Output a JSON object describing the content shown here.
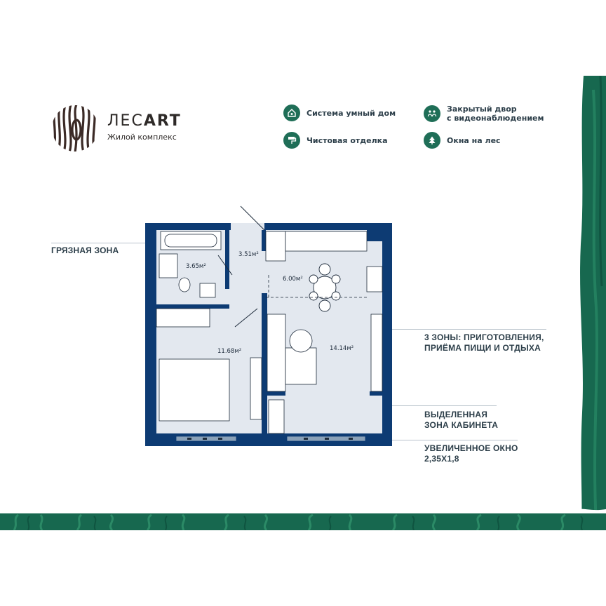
{
  "brand": {
    "title_part1": "ЛЕС",
    "title_part2": "ART",
    "subtitle": "Жилой комплекс"
  },
  "features": [
    {
      "icon": "smart-home-icon",
      "label": "Система умный дом"
    },
    {
      "icon": "paint-roller-icon",
      "label": "Чистовая отделка"
    },
    {
      "icon": "security-camera-icon",
      "label_line1": "Закрытый двор",
      "label_line2": "с видеонаблюдением"
    },
    {
      "icon": "forest-window-icon",
      "label": "Окна на лес"
    }
  ],
  "annotations": {
    "dirty_zone": "ГРЯЗНАЯ ЗОНА",
    "zones_line1": "3 ЗОНЫ: ПРИГОТОВЛЕНИЯ,",
    "zones_line2": "ПРИЁМА ПИЩИ И ОТДЫХА",
    "cabinet_line1": "ВЫДЕЛЕННАЯ",
    "cabinet_line2": "ЗОНА КАБИНЕТА",
    "window_line1": "УВЕЛИЧЕННОЕ ОКНО",
    "window_line2": "2,35Х1,8"
  },
  "rooms": {
    "bathroom": "3.65м²",
    "hall": "3.51м²",
    "kitchen": "6.00м²",
    "bedroom": "11.68м²",
    "living": "14.14м²"
  },
  "colors": {
    "wall": "#0d3b73",
    "floor": "#e3e8ef",
    "accent_green": "#1f6e57",
    "stripe_green": "#17684f",
    "text_dark": "#2c3e49",
    "logo_brown": "#3b2a26"
  }
}
